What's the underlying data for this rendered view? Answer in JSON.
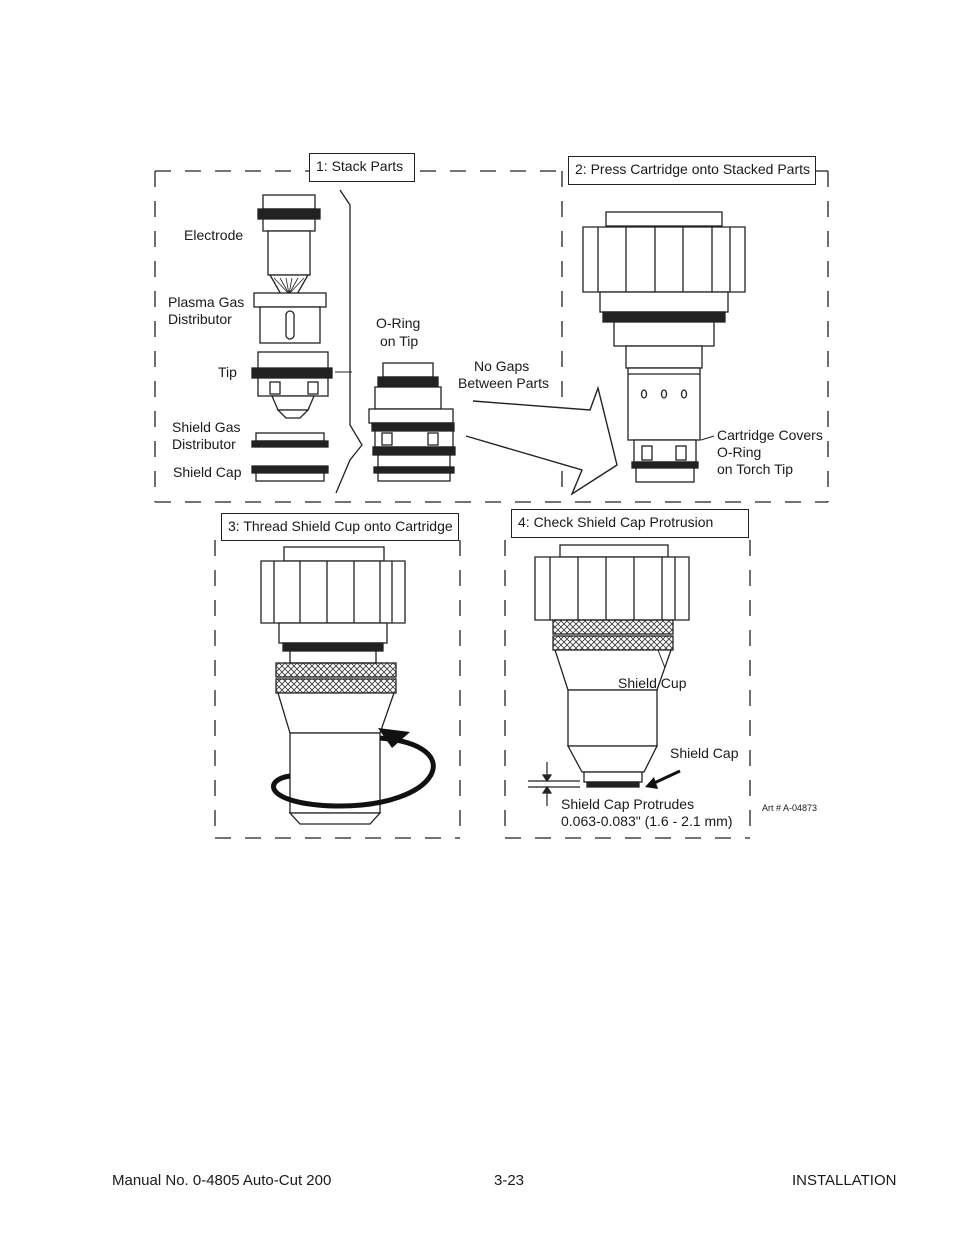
{
  "panels": {
    "p1": "1: Stack Parts",
    "p2": "2: Press Cartridge onto Stacked Parts",
    "p3": "3: Thread Shield Cup onto Cartridge",
    "p4": "4: Check Shield Cap Protrusion"
  },
  "labels": {
    "electrode": "Electrode",
    "plasma_gas_1": "Plasma Gas",
    "plasma_gas_2": "Distributor",
    "tip": "Tip",
    "shield_gas_1": "Shield Gas",
    "shield_gas_2": "Distributor",
    "shield_cap": "Shield Cap",
    "oring_1": "O-Ring",
    "oring_2": "on Tip",
    "gaps_1": "No Gaps",
    "gaps_2": "Between Parts",
    "covers_1": "Cartridge Covers",
    "covers_2": "O-Ring",
    "covers_3": "on Torch Tip",
    "shield_cup4": "Shield Cup",
    "shield_cap4": "Shield Cap",
    "protrudes_1": "Shield Cap Protrudes",
    "protrudes_2": "0.063-0.083\" (1.6 - 2.1 mm)",
    "art": "Art # A-04873"
  },
  "footer": {
    "manual": "Manual No. 0-4805 Auto-Cut  200",
    "page": "3-23",
    "section": "INSTALLATION"
  }
}
